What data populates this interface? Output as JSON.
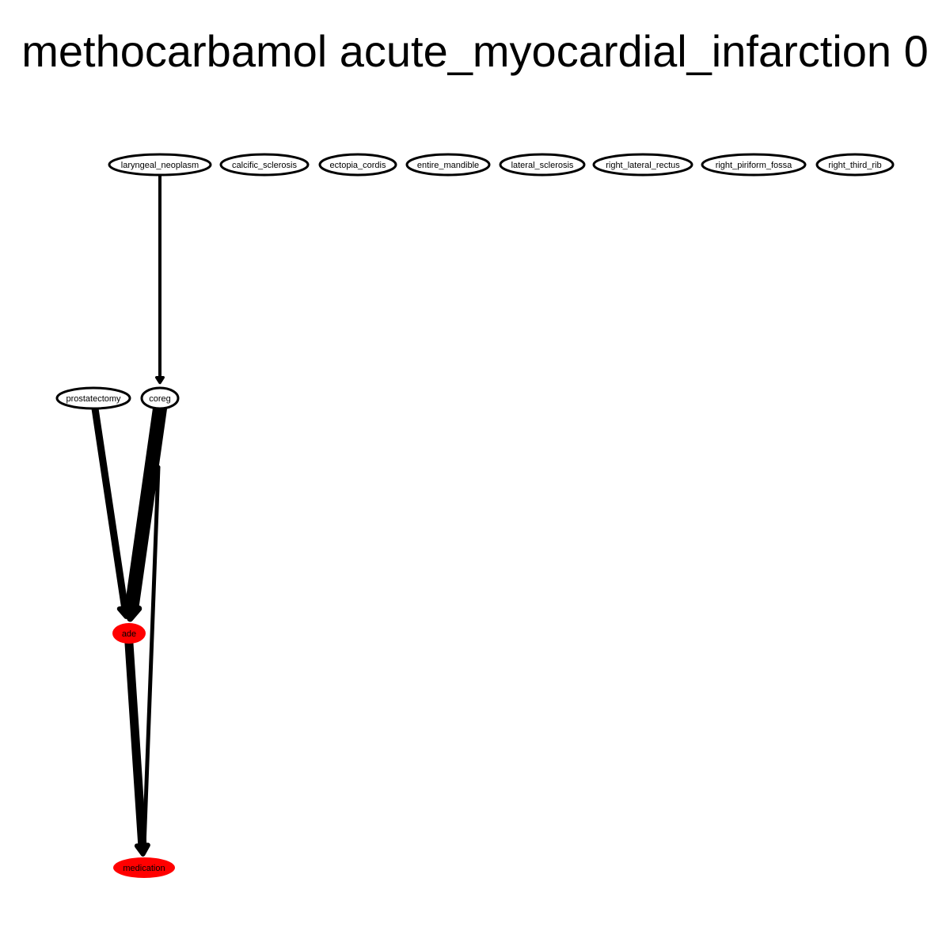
{
  "title": "methocarbamol acute_myocardial_infarction 0",
  "nodes": [
    {
      "id": "laryngeal_neoplasm",
      "label": "laryngeal_neoplasm",
      "fill": "#ffffff"
    },
    {
      "id": "calcific_sclerosis",
      "label": "calcific_sclerosis",
      "fill": "#ffffff"
    },
    {
      "id": "ectopia_cordis",
      "label": "ectopia_cordis",
      "fill": "#ffffff"
    },
    {
      "id": "entire_mandible",
      "label": "entire_mandible",
      "fill": "#ffffff"
    },
    {
      "id": "lateral_sclerosis",
      "label": "lateral_sclerosis",
      "fill": "#ffffff"
    },
    {
      "id": "right_lateral_rectus",
      "label": "right_lateral_rectus",
      "fill": "#ffffff"
    },
    {
      "id": "right_piriform_fossa",
      "label": "right_piriform_fossa",
      "fill": "#ffffff"
    },
    {
      "id": "right_third_rib",
      "label": "right_third_rib",
      "fill": "#ffffff"
    },
    {
      "id": "prostatectomy",
      "label": "prostatectomy",
      "fill": "#ffffff"
    },
    {
      "id": "coreg",
      "label": "coreg",
      "fill": "#ffffff"
    },
    {
      "id": "ade",
      "label": "ade",
      "fill": "#ff0000"
    },
    {
      "id": "medication",
      "label": "medication",
      "fill": "#ff0000"
    }
  ],
  "edges": [
    {
      "from": "laryngeal_neoplasm",
      "to": "coreg",
      "weight": 1
    },
    {
      "from": "prostatectomy",
      "to": "ade",
      "weight": 2
    },
    {
      "from": "coreg",
      "to": "ade",
      "weight": 4
    },
    {
      "from": "coreg",
      "to": "medication",
      "weight": 1
    },
    {
      "from": "ade",
      "to": "medication",
      "weight": 2
    }
  ]
}
